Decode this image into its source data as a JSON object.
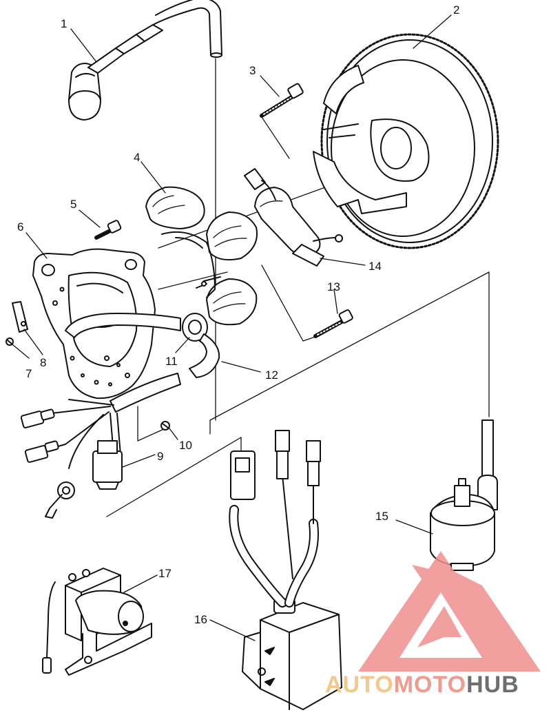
{
  "diagram": {
    "callouts": [
      "1",
      "2",
      "3",
      "4",
      "5",
      "6",
      "7",
      "8",
      "9",
      "10",
      "11",
      "12",
      "13",
      "14",
      "15",
      "16",
      "17"
    ]
  },
  "watermark": {
    "part1": "AUTO",
    "part2": "MOTO",
    "part3": "HUB",
    "colors": {
      "auto": "#f2c98a",
      "moto": "#f29a8e",
      "hub": "#6e6e6e",
      "logo": "#ef8f8f"
    }
  }
}
